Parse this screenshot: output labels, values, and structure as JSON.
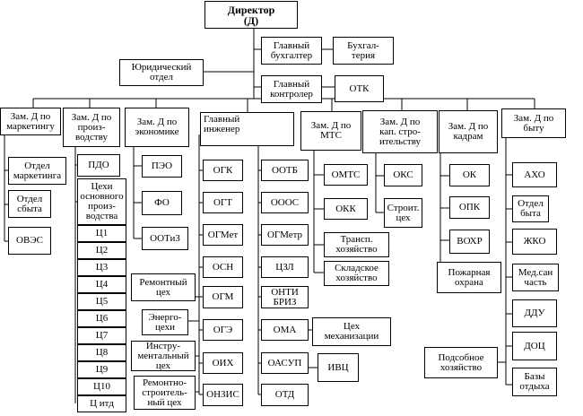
{
  "director": "Директор\n(Д)",
  "top_units": {
    "chief_accountant": "Главный\nбухгалтер",
    "accounting": "Бухгал-\nтерия",
    "legal": "Юридический\nотдел",
    "chief_controller": "Главный\nконтролер",
    "otk": "ОТК"
  },
  "deputies": {
    "marketing": "Зам. Д по\nмаркетингу",
    "production": "Зам. Д по\nпроиз-\nводству",
    "economics": "Зам. Д по\nэкономике",
    "chief_engineer": "Главный\nинженер",
    "mts": "Зам. Д по\nМТС",
    "capital": "Зам. Д по\nкап. стро-\nительству",
    "hr": "Зам. Д по\nкадрам",
    "welfare": "Зам. Д по\nбыту"
  },
  "marketing_units": [
    "Отдел\nмаркетинга",
    "Отдел\nсбыта",
    "ОВЭС"
  ],
  "production_units": {
    "pdo": "ПДО",
    "main_shops": "Цехи\nосновного\nпроиз-\nводства",
    "shops": [
      "Ц1",
      "Ц2",
      "Ц3",
      "Ц4",
      "Ц5",
      "Ц6",
      "Ц7",
      "Ц8",
      "Ц9",
      "Ц10",
      "Ц итд"
    ]
  },
  "economics_units": [
    "ПЭО",
    "ФО",
    "ООТиЗ"
  ],
  "engineer_units": {
    "ogk": "ОГК",
    "ogt": "ОГТ",
    "ogmet": "ОГМет",
    "osn": "ОСН",
    "ogm": "ОГМ",
    "oge": "ОГЭ",
    "oih": "ОИХ",
    "onzis": "ОНЗИС",
    "ootb": "ООТБ",
    "oooc": "ОООС",
    "ogmetr": "ОГМетр",
    "czl": "ЦЗЛ",
    "onti": "ОНТИ\nБРИЗ",
    "oma": "ОМА",
    "oasup": "ОАСУП",
    "otd": "ОТД",
    "repair_shop": "Ремонтный\nцех",
    "energy_shops": "Энерго-\nцехи",
    "tool_shop": "Инстру-\nментальный\nцех",
    "repair_build_shop": "Ремонтно-\nстроитель-\nный цех",
    "mech_shop": "Цех\nмеханизации",
    "ivc": "ИВЦ"
  },
  "mts_units": [
    "ОМТС",
    "ОКК",
    "Трансп.\nхозяйство",
    "Складское\nхозяйство"
  ],
  "capital_units": [
    "ОКС",
    "Строит.\nцех"
  ],
  "hr_units": [
    "ОК",
    "ОПК",
    "ВОХР",
    "Пожарная\nохрана"
  ],
  "welfare_units": {
    "items": [
      "АХО",
      "Отдел\nбыта",
      "ЖКО",
      "Мед.сан\nчасть",
      "ДДУ",
      "ДОЦ",
      "Базы\nотдыха"
    ],
    "subsidiary": "Подсобное\nхозяйство"
  }
}
